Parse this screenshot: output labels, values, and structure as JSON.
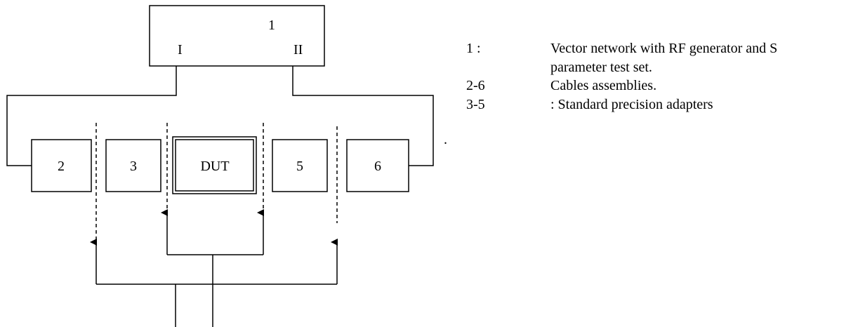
{
  "analyzer": {
    "number": "1",
    "port_left": "I",
    "port_right": "II"
  },
  "blocks": {
    "b2": "2",
    "b3": "3",
    "dut": "DUT",
    "b5": "5",
    "b6": "6"
  },
  "stray_mark": ".",
  "legend": [
    {
      "key": "1 :",
      "text": "Vector network with RF generator and S",
      "text_cont": "parameter test set."
    },
    {
      "key": "2-6",
      "text": "Cables assemblies."
    },
    {
      "key": "3-5",
      "text": ": Standard precision adapters"
    }
  ]
}
